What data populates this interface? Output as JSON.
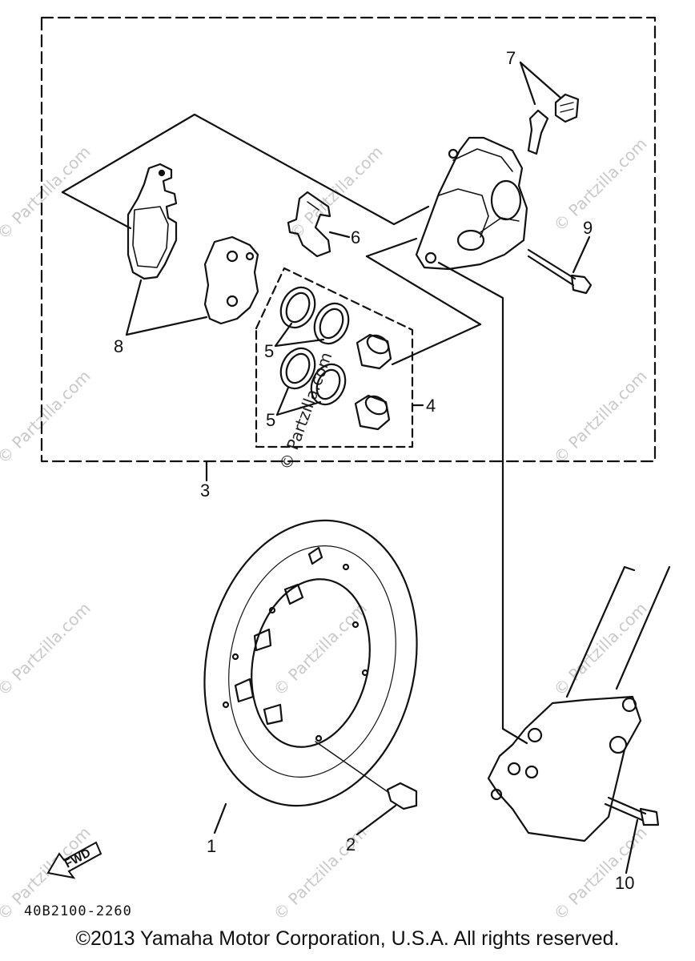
{
  "callouts": {
    "c1": "1",
    "c2": "2",
    "c3": "3",
    "c4": "4",
    "c5a": "5",
    "c5b": "5",
    "c6": "6",
    "c7": "7",
    "c8": "8",
    "c9": "9",
    "c10": "10"
  },
  "fwd_label": "FWD",
  "part_number": "40B2100-2260",
  "copyright": "©2013 Yamaha Motor Corporation, U.S.A. All rights reserved.",
  "watermark_text": "© Partzilla.com",
  "colors": {
    "line": "#111111",
    "watermark": "#c9c9c9"
  }
}
